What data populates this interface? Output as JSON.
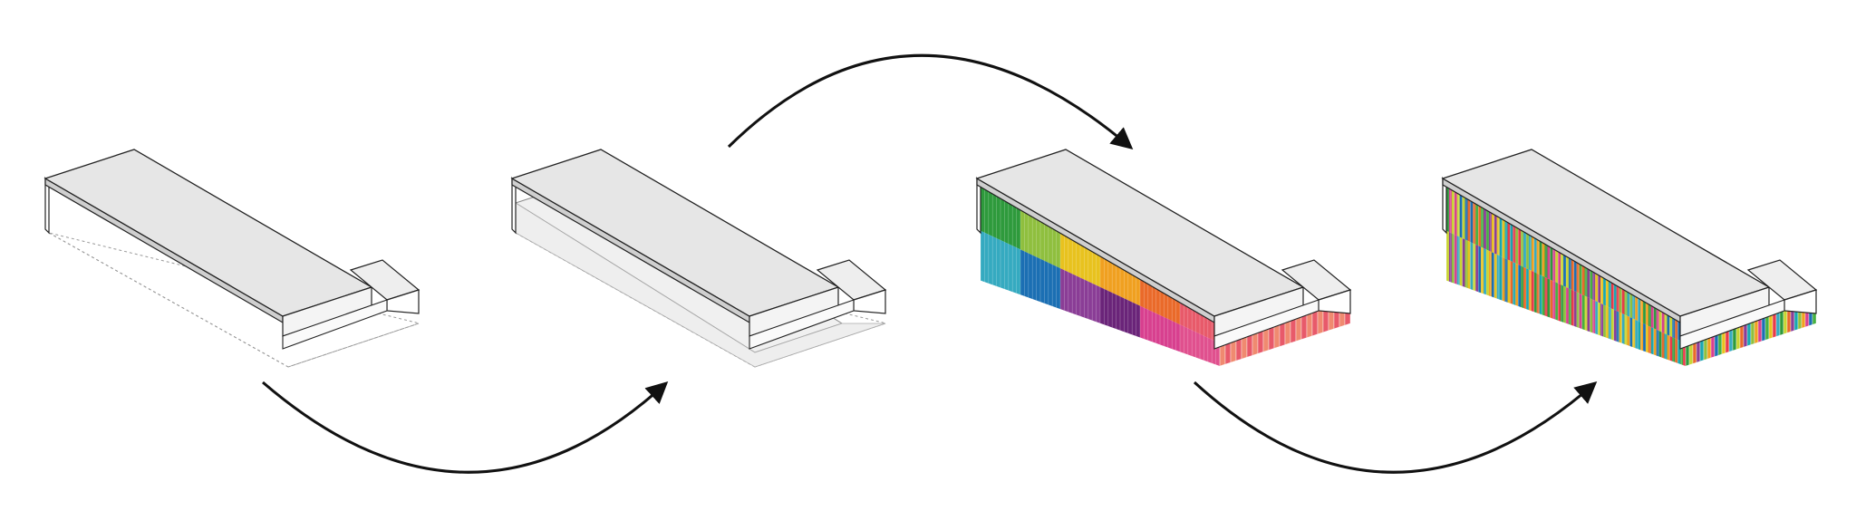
{
  "diagram": {
    "stages": [
      {
        "id": "stage-1",
        "variant": "shell",
        "has_mid_slab": false,
        "fill": "none"
      },
      {
        "id": "stage-2",
        "variant": "shell-with-floor",
        "has_mid_slab": true,
        "fill": "none"
      },
      {
        "id": "stage-3",
        "variant": "color-blocks",
        "has_mid_slab": true,
        "fill": "blocks"
      },
      {
        "id": "stage-4",
        "variant": "color-stripes",
        "has_mid_slab": true,
        "fill": "stripes"
      }
    ],
    "arrows": [
      {
        "id": "arrow-1-2",
        "from": "stage-1",
        "to": "stage-2",
        "curve": "below"
      },
      {
        "id": "arrow-2-3",
        "from": "stage-2",
        "to": "stage-3",
        "curve": "above"
      },
      {
        "id": "arrow-3-4",
        "from": "stage-3",
        "to": "stage-4",
        "curve": "below"
      }
    ],
    "colors": {
      "roof": "#e6e6e6",
      "edge": "#222222",
      "arrow": "#111111",
      "floor": "#f0f0f0",
      "palette_upper": [
        "#2e9a3c",
        "#8fbf3e",
        "#e8c21e",
        "#f0a020",
        "#ea6a2a",
        "#e85a6a"
      ],
      "palette_lower": [
        "#35aac0",
        "#1b6fb3",
        "#8a3d96",
        "#6a2479",
        "#d8408f",
        "#e0508e"
      ],
      "palette_stripes": [
        "#2e9a3c",
        "#46b040",
        "#8fbf3e",
        "#c8d432",
        "#e8c21e",
        "#f0a020",
        "#ea6a2a",
        "#e83a4a",
        "#d8408f",
        "#8a3d96",
        "#35aac0",
        "#1b6fb3",
        "#19a7b0"
      ]
    }
  }
}
